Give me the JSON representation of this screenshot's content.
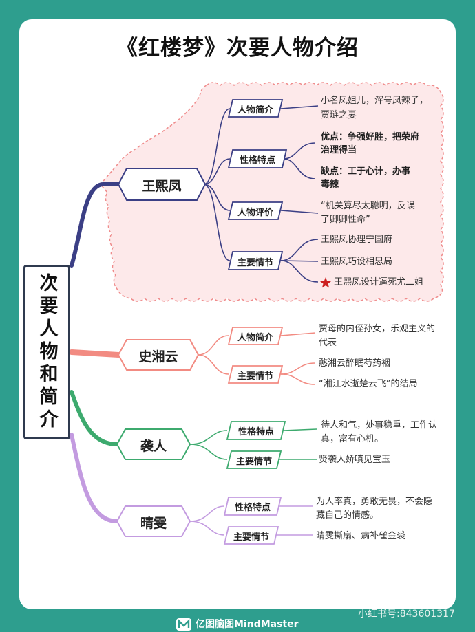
{
  "title": "《红楼梦》次要人物介绍",
  "root": "次要人物和简介",
  "colors": {
    "wang": "#3b3f85",
    "shi": "#f28b82",
    "xi": "#3daa6e",
    "qing": "#c39be0",
    "star": "#cc1f1f"
  },
  "branches": [
    {
      "name": "王熙凤",
      "nodes": [
        {
          "label": "人物简介",
          "texts": [
            "小名凤姐儿，浑号凤辣子，",
            "贾琏之妻"
          ]
        },
        {
          "label": "性格特点",
          "texts": [
            "优点：争强好胜，把荣府",
            "治理得当",
            "缺点：工于心计，办事",
            "毒辣"
          ]
        },
        {
          "label": "人物评价",
          "texts": [
            "“机关算尽太聪明，反误",
            "了卿卿性命”"
          ]
        },
        {
          "label": "主要情节",
          "texts": [
            "王熙凤协理宁国府",
            "王熙凤巧设相思局",
            "王熙凤设计逼死尤二姐"
          ]
        }
      ]
    },
    {
      "name": "史湘云",
      "nodes": [
        {
          "label": "人物简介",
          "texts": [
            "贾母的内侄孙女，乐观主义的",
            "代表"
          ]
        },
        {
          "label": "主要情节",
          "texts": [
            "憨湘云醉眠芍药裀",
            "“湘江水逝楚云飞”的结局"
          ]
        }
      ]
    },
    {
      "name": "袭人",
      "nodes": [
        {
          "label": "性格特点",
          "texts": [
            "待人和气，处事稳重，工作认",
            "真，富有心机。"
          ]
        },
        {
          "label": "主要情节",
          "texts": [
            "贤袭人娇嗔见宝玉"
          ]
        }
      ]
    },
    {
      "name": "晴雯",
      "nodes": [
        {
          "label": "性格特点",
          "texts": [
            "为人率真，勇敢无畏，不会隐",
            "藏自己的情感。"
          ]
        },
        {
          "label": "主要情节",
          "texts": [
            "晴雯撕扇、病补雀金裘"
          ]
        }
      ]
    }
  ],
  "footer": "亿图脑图MindMaster",
  "watermark": "小红书号:843601317"
}
